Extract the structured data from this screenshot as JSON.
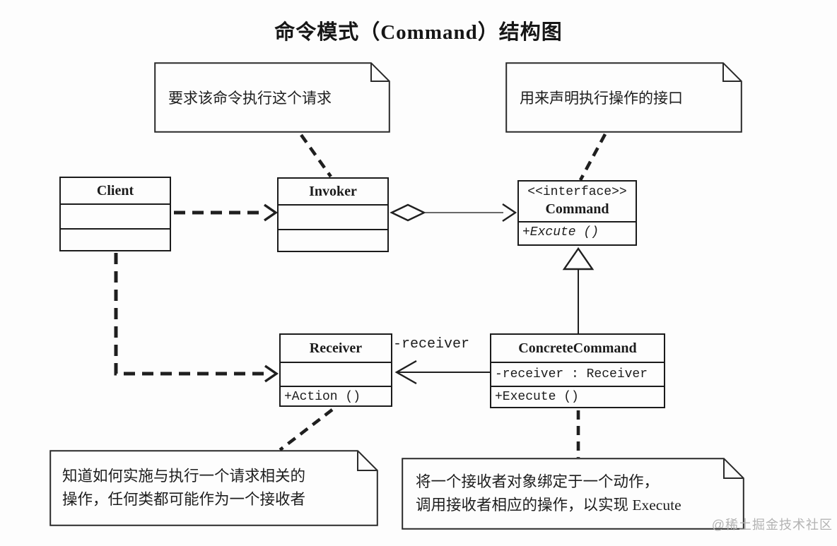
{
  "title": "命令模式（Command）结构图",
  "watermark": "@稀土掘金技术社区",
  "colors": {
    "line": "#1f1f1f",
    "background": "#fdfdfd",
    "watermark": "#b3b3b3"
  },
  "classes": {
    "client": {
      "name": "Client"
    },
    "invoker": {
      "name": "Invoker"
    },
    "command": {
      "stereotype": "<<interface>>",
      "name": "Command",
      "method": "+Excute ()"
    },
    "receiver": {
      "name": "Receiver",
      "method": "+Action ()"
    },
    "concrete_command": {
      "name": "ConcreteCommand",
      "attribute": "-receiver : Receiver",
      "method": "+Execute ()"
    }
  },
  "labels": {
    "receiver_role": "-receiver"
  },
  "notes": {
    "top_left": {
      "text": "要求该命令执行这个请求"
    },
    "top_right": {
      "text": "用来声明执行操作的接口"
    },
    "bottom_left": {
      "line1": "知道如何实施与执行一个请求相关的",
      "line2": "操作，任何类都可能作为一个接收者"
    },
    "bottom_right": {
      "line1": "将一个接收者对象绑定于一个动作，",
      "line2": "调用接收者相应的操作，以实现 Execute"
    }
  }
}
